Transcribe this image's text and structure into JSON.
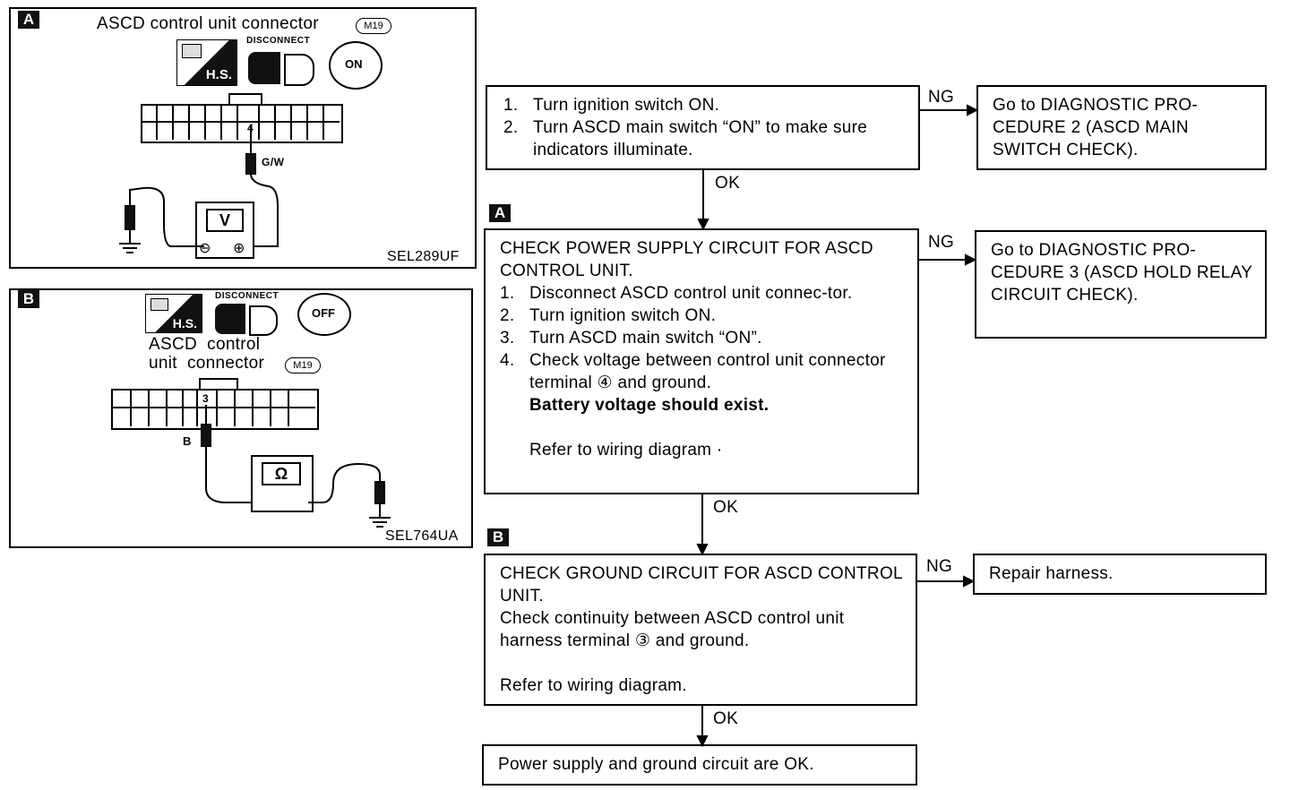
{
  "panel_a": {
    "tag": "A",
    "title": "ASCD control unit connector",
    "connector_id": "M19",
    "hs_label": "H.S.",
    "disconnect_label": "DISCONNECT",
    "switch_label": "ON",
    "terminal": "4",
    "wire_color": "G/W",
    "meter_symbol": "V",
    "minus": "⊖",
    "plus": "⊕",
    "ref": "SEL289UF"
  },
  "panel_b": {
    "tag": "B",
    "title_line1": "ASCD  control",
    "title_line2": "unit  connector",
    "connector_id": "M19",
    "hs_label": "H.S.",
    "disconnect_label": "DISCONNECT",
    "switch_label": "OFF",
    "terminal": "3",
    "wire_color": "B",
    "meter_symbol": "Ω",
    "ref": "SEL764UA"
  },
  "flow": {
    "step1": {
      "items": [
        {
          "n": "1.",
          "t": "Turn ignition switch ON."
        },
        {
          "n": "2.",
          "t": "Turn ASCD main switch “ON” to make sure indicators illuminate."
        }
      ]
    },
    "ng1_label": "NG",
    "ng1_result": "Go to DIAGNOSTIC PRO-CEDURE 2 (ASCD MAIN SWITCH CHECK).",
    "ok1_label": "OK",
    "tag_a": "A",
    "step2": {
      "heading": "CHECK POWER SUPPLY CIRCUIT FOR ASCD CONTROL UNIT.",
      "items": [
        {
          "n": "1.",
          "t": "Disconnect ASCD control unit connec-tor."
        },
        {
          "n": "2.",
          "t": "Turn ignition switch ON."
        },
        {
          "n": "3.",
          "t": "Turn ASCD main switch “ON”."
        },
        {
          "n": "4.",
          "t": "Check voltage between control unit connector terminal ④  and ground."
        }
      ],
      "emphasis": "Battery voltage should exist.",
      "ref": "Refer to wiring diagram ·"
    },
    "ng2_label": "NG",
    "ng2_result": "Go to DIAGNOSTIC PRO-CEDURE 3 (ASCD HOLD RELAY CIRCUIT CHECK).",
    "ok2_label": "OK",
    "tag_b": "B",
    "step3": {
      "heading": "CHECK GROUND CIRCUIT FOR ASCD CONTROL UNIT.",
      "body": "Check continuity between ASCD control unit harness terminal ③  and ground.",
      "ref": "Refer to wiring diagram."
    },
    "ng3_label": "NG",
    "ng3_result": "Repair harness.",
    "ok3_label": "OK",
    "final": "Power supply and ground circuit are OK."
  }
}
